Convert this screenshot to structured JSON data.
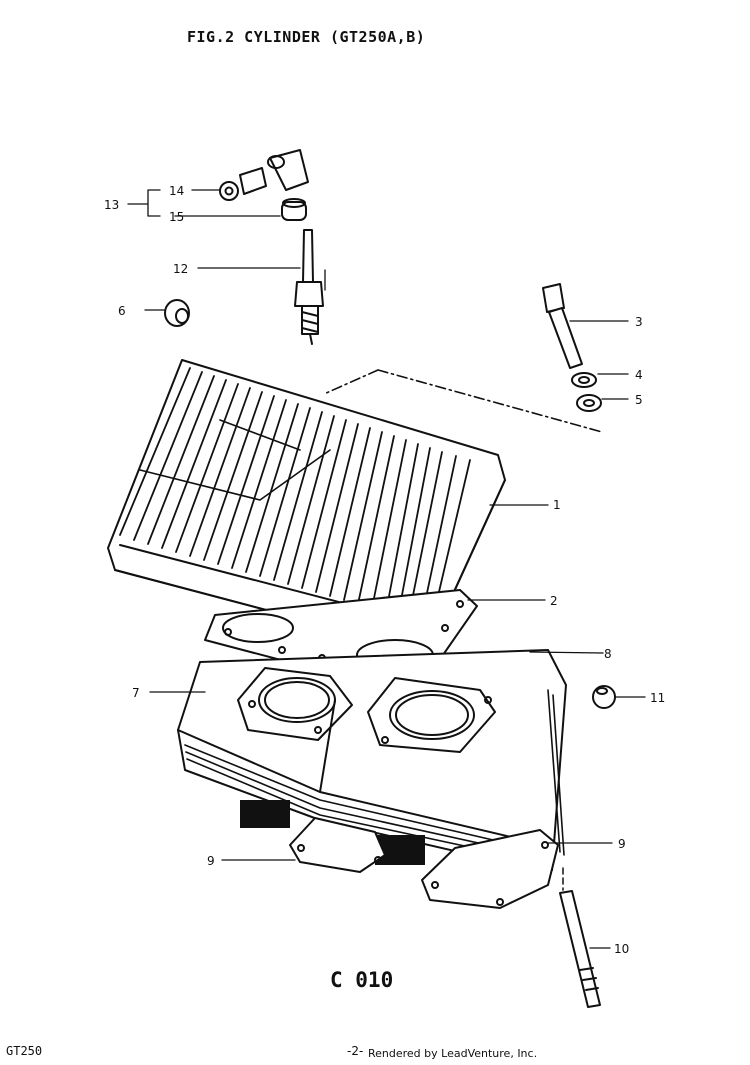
{
  "figure": {
    "title": "FIG.2  CYLINDER (GT250A,B)",
    "code": "C 010",
    "model": "GT250",
    "page_number": "-2-",
    "credit": "Rendered by LeadVenture, Inc."
  },
  "callouts": [
    {
      "id": "c1",
      "label": "1"
    },
    {
      "id": "c2",
      "label": "2"
    },
    {
      "id": "c3",
      "label": "3"
    },
    {
      "id": "c4",
      "label": "4"
    },
    {
      "id": "c5",
      "label": "5"
    },
    {
      "id": "c6",
      "label": "6"
    },
    {
      "id": "c7",
      "label": "7"
    },
    {
      "id": "c8",
      "label": "8"
    },
    {
      "id": "c9a",
      "label": "9"
    },
    {
      "id": "c9b",
      "label": "9"
    },
    {
      "id": "c10",
      "label": "10"
    },
    {
      "id": "c11",
      "label": "11"
    },
    {
      "id": "c12",
      "label": "12"
    },
    {
      "id": "c13",
      "label": "13"
    },
    {
      "id": "c14",
      "label": "14"
    },
    {
      "id": "c15",
      "label": "15"
    }
  ]
}
